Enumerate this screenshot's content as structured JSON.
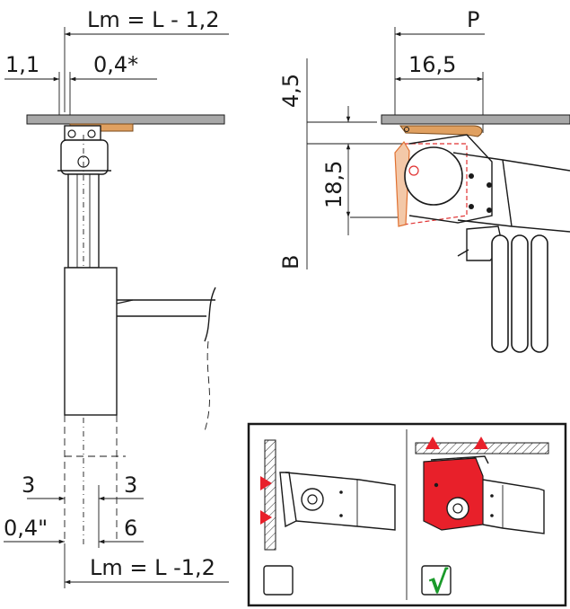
{
  "front_view": {
    "top_dimension": "Lm = L - 1,2",
    "left_gap": "1,1",
    "right_gap": "0,4*",
    "bottom_left_3": "3",
    "bottom_right_3": "3",
    "bottom_left_04": "0,4\"",
    "bottom_right_6": "6",
    "bottom_dimension": "Lm = L -1,2"
  },
  "side_view": {
    "p_label": "P",
    "p_value": "16,5",
    "top_value": "4,5",
    "height_value": "18,5",
    "b_label": "B"
  },
  "inset": {
    "wrong_checkbox": "",
    "right_checkmark": "√"
  },
  "colors": {
    "line": "#1a1a1a",
    "ceiling_gray": "#a8a8a8",
    "bracket_orange": "#e0a060",
    "arrow_red": "#e8202a",
    "dashed_red": "#e03030",
    "check_green": "#1a9a2a"
  }
}
